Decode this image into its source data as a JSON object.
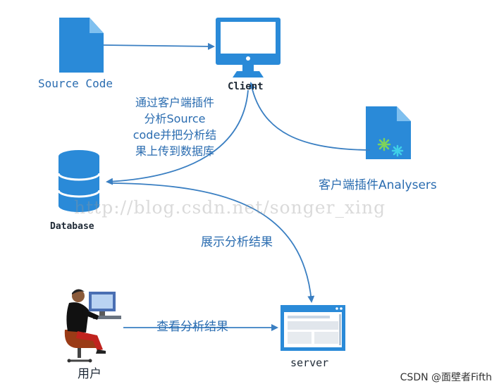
{
  "colors": {
    "accent": "#2a8ad8",
    "arrow": "#3a7fc2",
    "label": "#2a6cb0",
    "background": "#ffffff"
  },
  "nodes": {
    "source_code": {
      "label": "Source Code",
      "icon": "document-icon"
    },
    "client": {
      "label": "Client",
      "icon": "monitor-icon"
    },
    "analysers": {
      "label": "客户端插件Analysers",
      "icon": "plugin-document-icon"
    },
    "database": {
      "label": "Database",
      "icon": "database-icon"
    },
    "server": {
      "label": "server",
      "icon": "browser-window-icon"
    },
    "user": {
      "label": "用户",
      "icon": "user-at-computer-icon"
    }
  },
  "edges": {
    "client_to_database_note": [
      "通过客户端插件",
      "分析Source",
      "code并把分析结",
      "果上传到数据库"
    ],
    "database_to_server": "展示分析结果",
    "user_to_server": "查看分析结果"
  },
  "watermark": "http://blog.csdn.net/songer_xing",
  "footer": "CSDN @面壁者Fifth"
}
